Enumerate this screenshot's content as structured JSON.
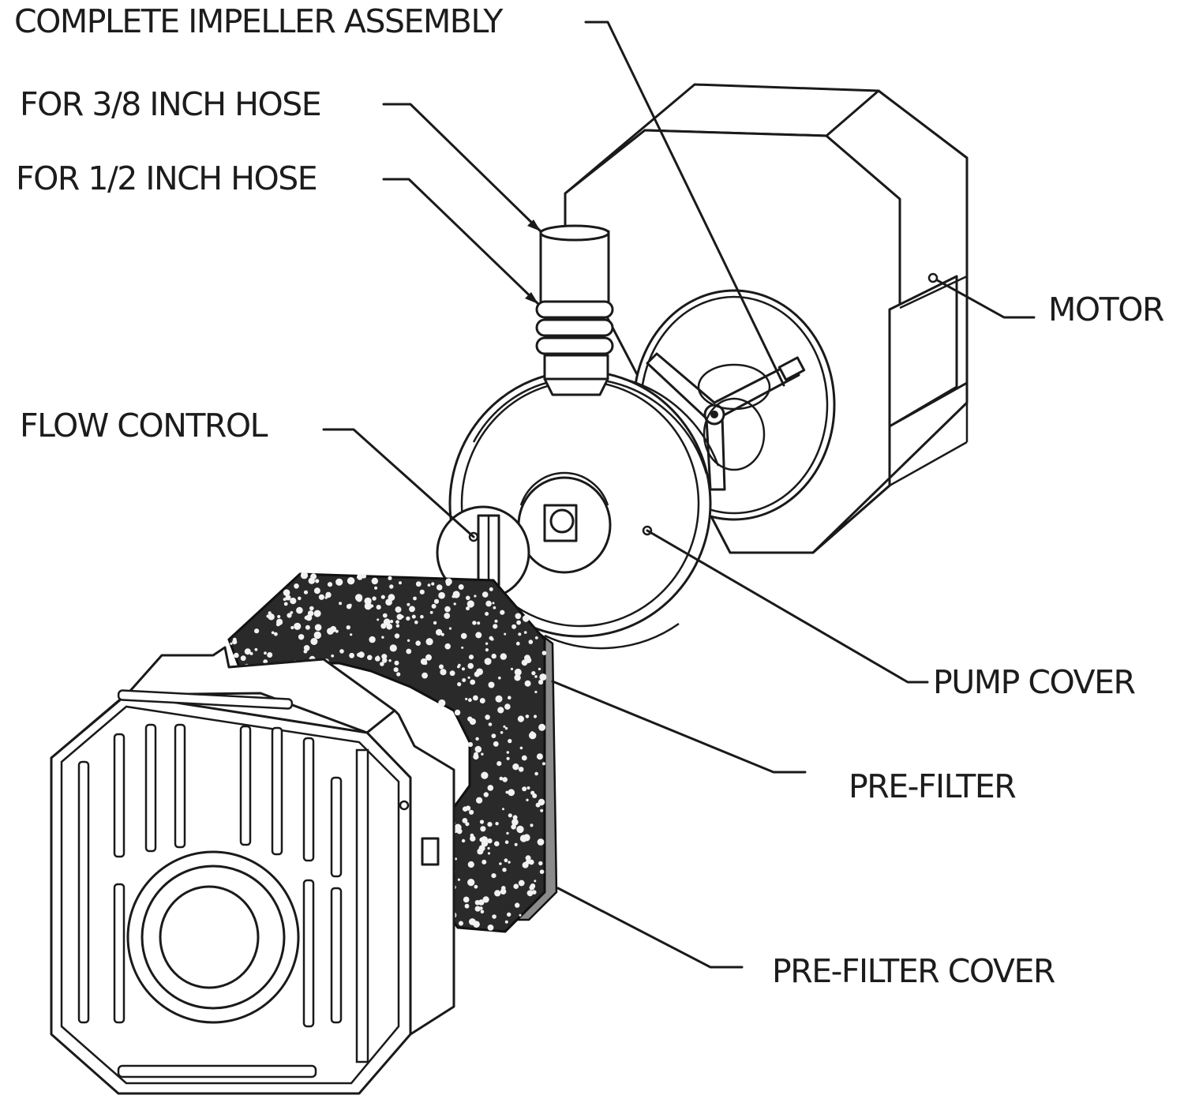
{
  "diagram": {
    "title": "Fountain pump exploded view",
    "labels": {
      "impeller": "COMPLETE IMPELLER ASSEMBLY",
      "hose_3_8": "FOR 3/8 INCH HOSE",
      "hose_1_2": "FOR 1/2 INCH HOSE",
      "motor": "MOTOR",
      "flow_control": "FLOW CONTROL",
      "pump_cover": "PUMP COVER",
      "pre_filter": "PRE-FILTER",
      "pre_filter_cover": "PRE-FILTER COVER"
    },
    "parts": [
      "motor",
      "complete-impeller-assembly",
      "pump-cover",
      "hose-outlet",
      "flow-control",
      "pre-filter",
      "pre-filter-cover"
    ],
    "colors": {
      "ink": "#1a1a1a",
      "foam": "#2a2a2a",
      "background": "#ffffff"
    }
  }
}
